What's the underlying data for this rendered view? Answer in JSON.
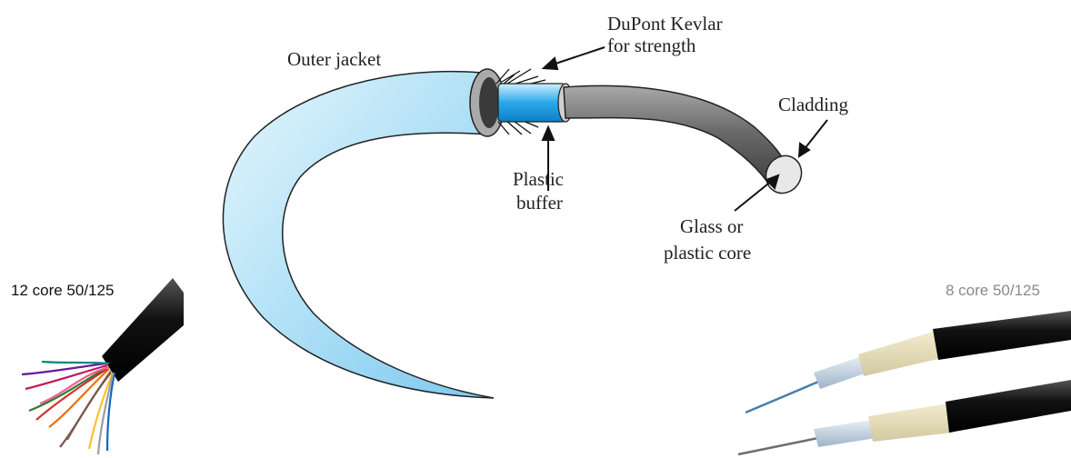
{
  "diagram": {
    "labels": {
      "outer_jacket": "Outer jacket",
      "kevlar_line1": "DuPont Kevlar",
      "kevlar_line2": "for strength",
      "cladding": "Cladding",
      "buffer_line1": "Plastic",
      "buffer_line2": "buffer",
      "core_line1": "Glass or",
      "core_line2": "plastic core"
    },
    "colors": {
      "jacket": "#8fd3f4",
      "jacket_light": "#e6f6fd",
      "buffer": "#6fa8b8",
      "cladding": "#6e6e6e"
    }
  },
  "photos": {
    "left_caption": "12 core 50/125",
    "right_caption": "8 core 50/125",
    "right_caption_color": "#8a8a8a"
  }
}
